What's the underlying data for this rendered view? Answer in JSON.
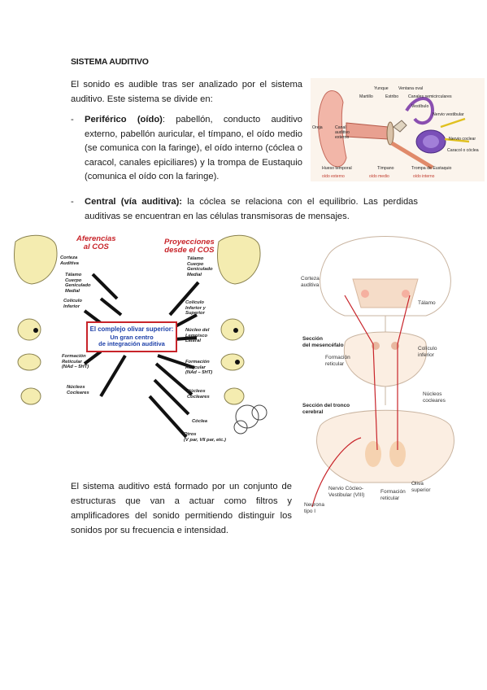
{
  "doc": {
    "title": "SISTEMA AUDITIVO",
    "intro": "El sonido es audible tras ser analizado por el sistema auditivo. Este sistema se divide en:",
    "bullet1": {
      "dash": "-",
      "bold": "Periférico (oído)",
      "text": ": pabellón, conducto auditivo externo, pabellón auricular, el tímpano, el oído medio (se comunica con la faringe), el oído interno (cóclea o caracol, canales epiciliares) y la trompa de Eustaquio (comunica el oído con la faringe)."
    },
    "bullet2": {
      "dash": "-",
      "bold": "Central (vía auditiva):",
      "text": " la cóclea se relaciona con el equilibrio. Las perdidas auditivas se encuentran en las células transmisoras de mensajes."
    },
    "outro": "El sistema auditivo está formado por un conjunto de estructuras que van a actuar como filtros y amplificadores del sonido permitiendo distinguir los sonidos por su frecuencia e intensidad."
  },
  "ear_figure": {
    "labels": [
      "Yunque",
      "Ventana oval",
      "Martillo",
      "Estribo",
      "Canales semicirculares",
      "Vestíbulo",
      "Nervio vestibular",
      "Oreja",
      "Canal auditivo externo",
      "Nervio coclear",
      "Caracol o cóclea",
      "Hueso temporal",
      "Tímpano",
      "Trompa de Eustaquio"
    ],
    "sections": [
      "oído externo",
      "oído medio",
      "oído interno"
    ]
  },
  "cos_diagram": {
    "afferent_title": "Aferencias\nal COS",
    "projection_title": "Proyecciones\ndesde el COS",
    "left_labels": [
      "Corteza\nAuditiva",
      "Tálamo\nCuerpo\nGeniculado\nMedial",
      "Colículo\nInferior",
      "Formación\nReticular\n(NAd – 5HT)",
      "Núcleos\nCocleares"
    ],
    "right_labels": [
      "Tálamo\nCuerpo\nGeniculado\nMedial",
      "Colículo\nInferior y\nSuperior",
      "Núcleo del\nLemnisco\nLateral",
      "Formación\nReticular\n(NAd – 5HT)",
      "Núcleos\nCocleares",
      "Cóclea",
      "Otros\n(V par, VII par, etc.)"
    ],
    "box_title": "El complejo olivar superior:",
    "box_sub": "Un gran centro\nde integración auditiva"
  },
  "brain_diagram": {
    "labels": [
      "Corteza\nauditiva",
      "Tálamo",
      "Colículo\ninferior",
      "Formación\nreticular",
      "Núcleos\ncocleares",
      "Nervio Cócleo-\nVestibular (VIII)",
      "Formación\nreticular",
      "Oliva\nsuperior",
      "Neurona\ntipo I"
    ],
    "section_labels": [
      "Sección\ndel mesencéfalo",
      "Sección del tronco\ncerebral"
    ]
  },
  "colors": {
    "accent_red": "#c8242a",
    "accent_blue": "#1c3fa8",
    "brain_fill": "#f5dcc8"
  }
}
